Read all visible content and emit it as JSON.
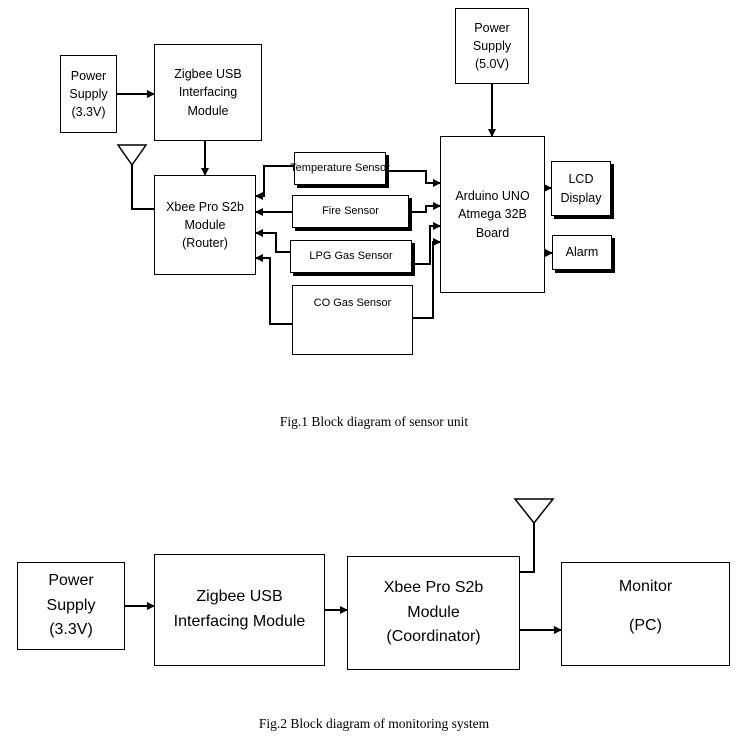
{
  "fig1": {
    "caption": "Fig.1 Block diagram of sensor unit",
    "power_33": [
      "Power",
      "Supply",
      "(3.3V)"
    ],
    "zigbee_usb": [
      "Zigbee USB",
      "Interfacing",
      "Module"
    ],
    "xbee_router": [
      "Xbee Pro S2b",
      "Module",
      "(Router)"
    ],
    "temperature_sensor": "Temperature Sensor",
    "fire_sensor": "Fire Sensor",
    "lpg_sensor": "LPG Gas Sensor",
    "co_sensor": "CO Gas Sensor",
    "power_50": [
      "Power",
      "Supply",
      "(5.0V)"
    ],
    "arduino": [
      "Arduino UNO",
      "Atmega 32B",
      "Board"
    ],
    "lcd": [
      "LCD",
      "Display"
    ],
    "alarm": "Alarm"
  },
  "fig2": {
    "caption": "Fig.2 Block diagram of monitoring system",
    "power_33": [
      "Power",
      "Supply",
      "(3.3V)"
    ],
    "zigbee_usb": [
      "Zigbee USB",
      "Interfacing Module"
    ],
    "xbee_coordinator": [
      "Xbee Pro S2b",
      "Module",
      "(Coordinator)"
    ],
    "monitor": [
      "Monitor",
      "(PC)"
    ]
  }
}
